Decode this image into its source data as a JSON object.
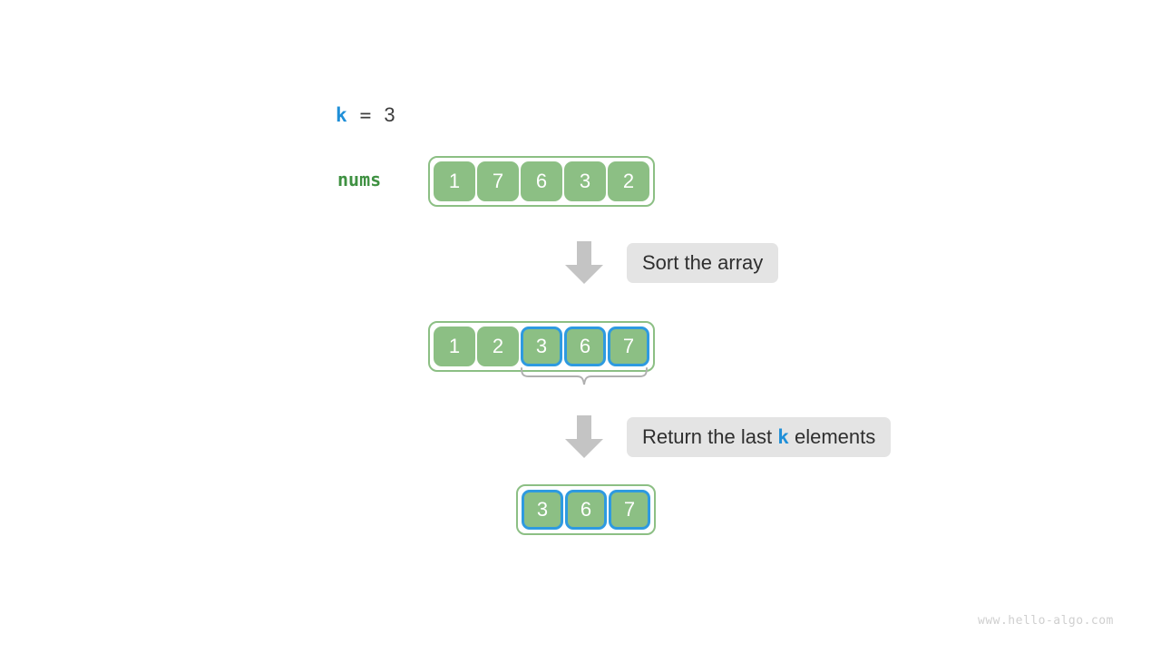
{
  "variable": {
    "name": "k",
    "operator": "=",
    "value": "3"
  },
  "array_label": "nums",
  "arrays": {
    "initial": {
      "name": "nums-initial",
      "cells": [
        {
          "value": "1",
          "selected": false
        },
        {
          "value": "7",
          "selected": false
        },
        {
          "value": "6",
          "selected": false
        },
        {
          "value": "3",
          "selected": false
        },
        {
          "value": "2",
          "selected": false
        }
      ]
    },
    "sorted": {
      "name": "nums-sorted",
      "cells": [
        {
          "value": "1",
          "selected": false
        },
        {
          "value": "2",
          "selected": false
        },
        {
          "value": "3",
          "selected": true
        },
        {
          "value": "6",
          "selected": true
        },
        {
          "value": "7",
          "selected": true
        }
      ]
    },
    "result": {
      "name": "nums-result",
      "cells": [
        {
          "value": "3",
          "selected": true
        },
        {
          "value": "6",
          "selected": true
        },
        {
          "value": "7",
          "selected": true
        }
      ]
    }
  },
  "steps": {
    "sort": "Sort the array",
    "return_prefix": "Return the last ",
    "return_var": "k",
    "return_suffix": " elements"
  },
  "icons": {
    "arrow_down": "arrow-down-icon",
    "brace": "curly-brace-icon"
  },
  "colors": {
    "cell_green": "#8cbf84",
    "border_green": "#8cbf84",
    "highlight_blue": "#2e9ae0",
    "label_green": "#3f9142",
    "note_bg": "#e4e4e4",
    "arrow_gray": "#c4c4c4",
    "brace_gray": "#b0b0b0",
    "text_dark": "#2f2f2f",
    "watermark": "#cfcfcf"
  },
  "watermark": "www.hello-algo.com"
}
